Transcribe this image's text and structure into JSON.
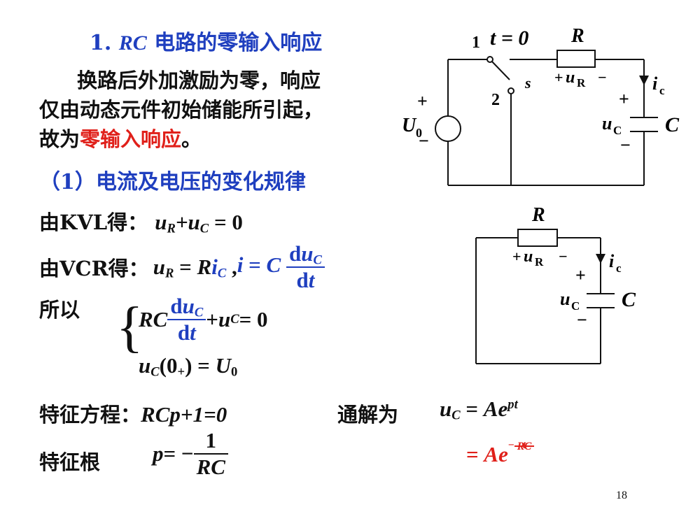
{
  "title": {
    "num": "1.",
    "rc": "RC",
    "text": " 电路的零输入响应"
  },
  "intro": {
    "line1": "换路后外加激励为零，响应",
    "line2": "仅由动态元件初始储能所引起，",
    "line3_pre": "故为",
    "line3_red": "零输入响应",
    "line3_post": "。"
  },
  "section1": "（1）电流及电压的变化规律",
  "kvl": {
    "label": "由KVL得：",
    "eq": "=0"
  },
  "vcr": {
    "label": "由VCR得："
  },
  "suoyi": "所以",
  "char_eq": {
    "label": "特征方程：",
    "eq": "RCp+1=0"
  },
  "general": {
    "label": "通解为"
  },
  "char_root": {
    "label": "特征根"
  },
  "page_number": "18",
  "circuit1": {
    "node1": "1",
    "node2": "2",
    "switch": "s",
    "time": "t = 0",
    "R": "R",
    "uR": "u",
    "uR_sub": "R",
    "ic": "i",
    "ic_sub": "c",
    "U0": "U",
    "U0_sub": "0",
    "uC": "u",
    "uC_sub": "C",
    "C": "C",
    "plus": "+",
    "minus": "−"
  },
  "circuit2": {
    "R": "R",
    "uR": "u",
    "uR_sub": "R",
    "ic": "i",
    "ic_sub": "c",
    "uC": "u",
    "uC_sub": "C",
    "C": "C",
    "plus": "+",
    "minus": "−"
  },
  "colors": {
    "title_blue": "#1f3fbf",
    "highlight_red": "#e0201a"
  }
}
